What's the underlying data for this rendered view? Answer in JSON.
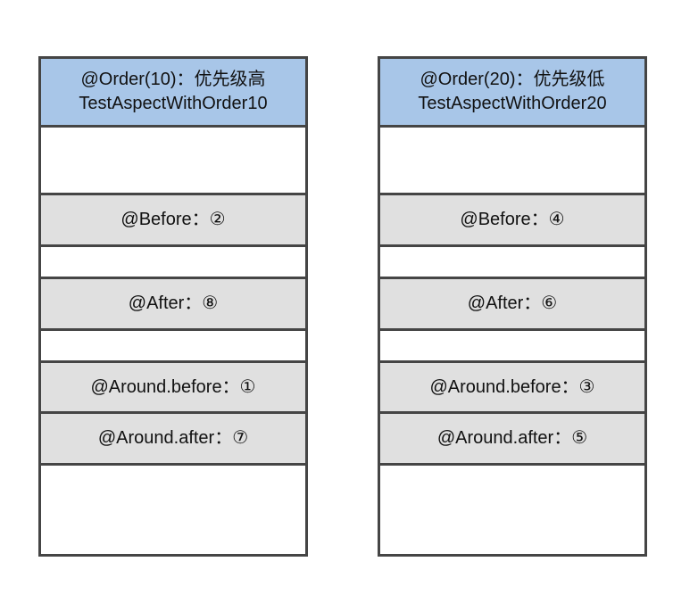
{
  "colors": {
    "header_fill": "#a8c6e8",
    "advice_row_fill": "#e0e0e0",
    "empty_row_fill": "#ffffff",
    "border": "#454545",
    "text": "#111111",
    "background": "#ffffff"
  },
  "columns": [
    {
      "id": "aspect-order-10",
      "header": {
        "line1": "@Order(10)：优先级高",
        "line2": "TestAspectWithOrder10"
      },
      "rows": [
        {
          "type": "empty",
          "label": ""
        },
        {
          "type": "advice",
          "label": "@Before：②"
        },
        {
          "type": "empty",
          "label": ""
        },
        {
          "type": "advice",
          "label": "@After：⑧"
        },
        {
          "type": "empty",
          "label": ""
        },
        {
          "type": "advice",
          "label": "@Around.before：①"
        },
        {
          "type": "advice",
          "label": "@Around.after：⑦"
        },
        {
          "type": "empty",
          "label": ""
        }
      ]
    },
    {
      "id": "aspect-order-20",
      "header": {
        "line1": "@Order(20)：优先级低",
        "line2": "TestAspectWithOrder20"
      },
      "rows": [
        {
          "type": "empty",
          "label": ""
        },
        {
          "type": "advice",
          "label": "@Before：④"
        },
        {
          "type": "empty",
          "label": ""
        },
        {
          "type": "advice",
          "label": "@After：⑥"
        },
        {
          "type": "empty",
          "label": ""
        },
        {
          "type": "advice",
          "label": "@Around.before：③"
        },
        {
          "type": "advice",
          "label": "@Around.after：⑤"
        },
        {
          "type": "empty",
          "label": ""
        }
      ]
    }
  ]
}
